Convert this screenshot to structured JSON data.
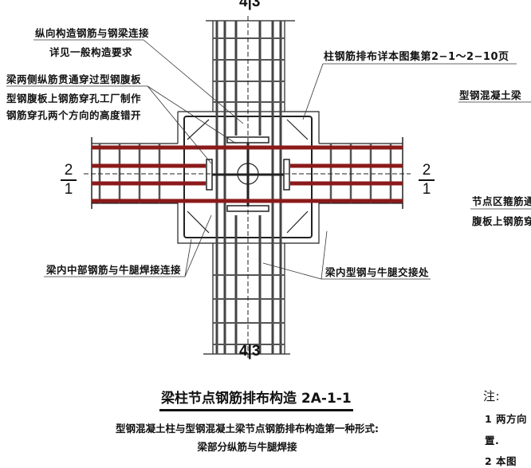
{
  "axis_labels": {
    "top": "4|3",
    "bottom": "4|3"
  },
  "section_marks": {
    "left": {
      "top": "2",
      "bottom": "1"
    },
    "right": {
      "top": "2",
      "bottom": "1"
    }
  },
  "annotations": {
    "longitudinal_connection": "纵向构造钢筋与钢梁连接",
    "see_general": "详见一般构造要求",
    "beam_side_bars": "梁两侧纵筋贯通穿过型钢腹板",
    "web_holes": "型钢腹板上钢筋穿孔工厂制作",
    "hole_offset": "钢筋穿孔两个方向的高度错开",
    "column_rebar_ref": "柱钢筋排布详本图集第2−1～2−10页",
    "steel_beam": "型钢混凝土梁",
    "stirrup_zone": "节点区箍筋通",
    "web_rebar": "腹板上钢筋穿",
    "mid_bar_weld": "梁内中部钢筋与牛腿焊接连接",
    "steel_bracket_joint": "梁内型钢与牛腿交接处"
  },
  "title": "梁柱节点钢筋排布构造 2A-1-1",
  "subtitle_line1": "型钢混凝土柱与型钢混凝土梁节点钢筋排布构造第一种形式:",
  "subtitle_line2": "梁部分纵筋与牛腿焊接",
  "notes": {
    "heading": "注:",
    "item1": "1  两方向",
    "item1_cont": "置.",
    "item2": "2  本图"
  },
  "colors": {
    "rebar_red": "#8b1a1a",
    "line": "#222222"
  }
}
